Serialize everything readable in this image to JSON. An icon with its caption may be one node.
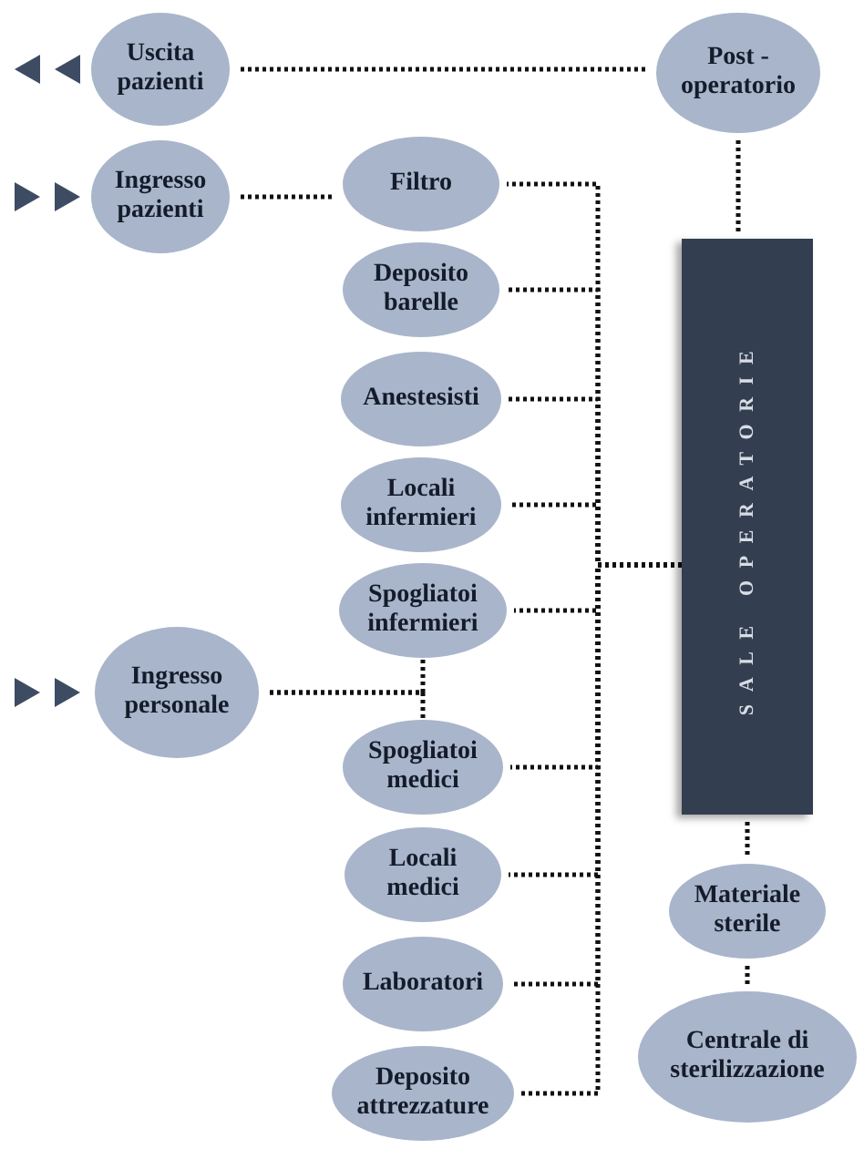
{
  "diagram": {
    "nodes": [
      {
        "text": [
          "Uscita pazienti"
        ]
      },
      {
        "text": [
          "Post - operatorio"
        ]
      },
      {
        "text": [
          "Ingresso pazienti"
        ]
      },
      {
        "text": [
          "Filtro"
        ]
      },
      {
        "text": [
          "Deposito barelle"
        ]
      },
      {
        "text": [
          "Anestesisti"
        ]
      },
      {
        "text": [
          "Locali infermieri"
        ]
      },
      {
        "text": [
          "Spogliatoi infermieri"
        ]
      },
      {
        "text": [
          "Ingresso personale"
        ]
      },
      {
        "text": [
          "Spogliatoi medici"
        ]
      },
      {
        "text": [
          "Locali medici"
        ]
      },
      {
        "text": [
          "Laboratori"
        ]
      },
      {
        "text": [
          "Deposito attrezzature"
        ]
      },
      {
        "text": [
          "SALE OPERATORIE"
        ]
      },
      {
        "text": [
          "Materiale sterile"
        ]
      },
      {
        "text": [
          "Centrale di sterilizzazione"
        ]
      }
    ],
    "edges": [
      {
        "from": 0,
        "to": null,
        "arrow": "to"
      },
      {
        "from": null,
        "to": 2,
        "arrow": "to"
      },
      {
        "from": null,
        "to": 8,
        "arrow": "to"
      },
      {
        "from": 0,
        "to": 1,
        "arrow": "none",
        "style": "dashed"
      },
      {
        "from": 2,
        "to": 3,
        "arrow": "none",
        "style": "dashed"
      },
      {
        "from": 1,
        "to": 13,
        "arrow": "none",
        "style": "dashed"
      },
      {
        "from": 3,
        "to": 13,
        "arrow": "none",
        "style": "dashed"
      },
      {
        "from": 4,
        "to": 13,
        "arrow": "none",
        "style": "dashed"
      },
      {
        "from": 5,
        "to": 13,
        "arrow": "none",
        "style": "dashed"
      },
      {
        "from": 6,
        "to": 13,
        "arrow": "none",
        "style": "dashed"
      },
      {
        "from": 7,
        "to": 13,
        "arrow": "none",
        "style": "dashed"
      },
      {
        "from": 8,
        "to": 7,
        "arrow": "none",
        "style": "dashed"
      },
      {
        "from": 8,
        "to": 9,
        "arrow": "none",
        "style": "dashed"
      },
      {
        "from": 9,
        "to": 13,
        "arrow": "none",
        "style": "dashed"
      },
      {
        "from": 10,
        "to": 13,
        "arrow": "none",
        "style": "dashed"
      },
      {
        "from": 11,
        "to": 13,
        "arrow": "none",
        "style": "dashed"
      },
      {
        "from": 12,
        "to": 13,
        "arrow": "none",
        "style": "dashed"
      },
      {
        "from": 13,
        "to": 14,
        "arrow": "none",
        "style": "dashed"
      },
      {
        "from": 14,
        "to": 15,
        "arrow": "none",
        "style": "dashed"
      }
    ]
  }
}
